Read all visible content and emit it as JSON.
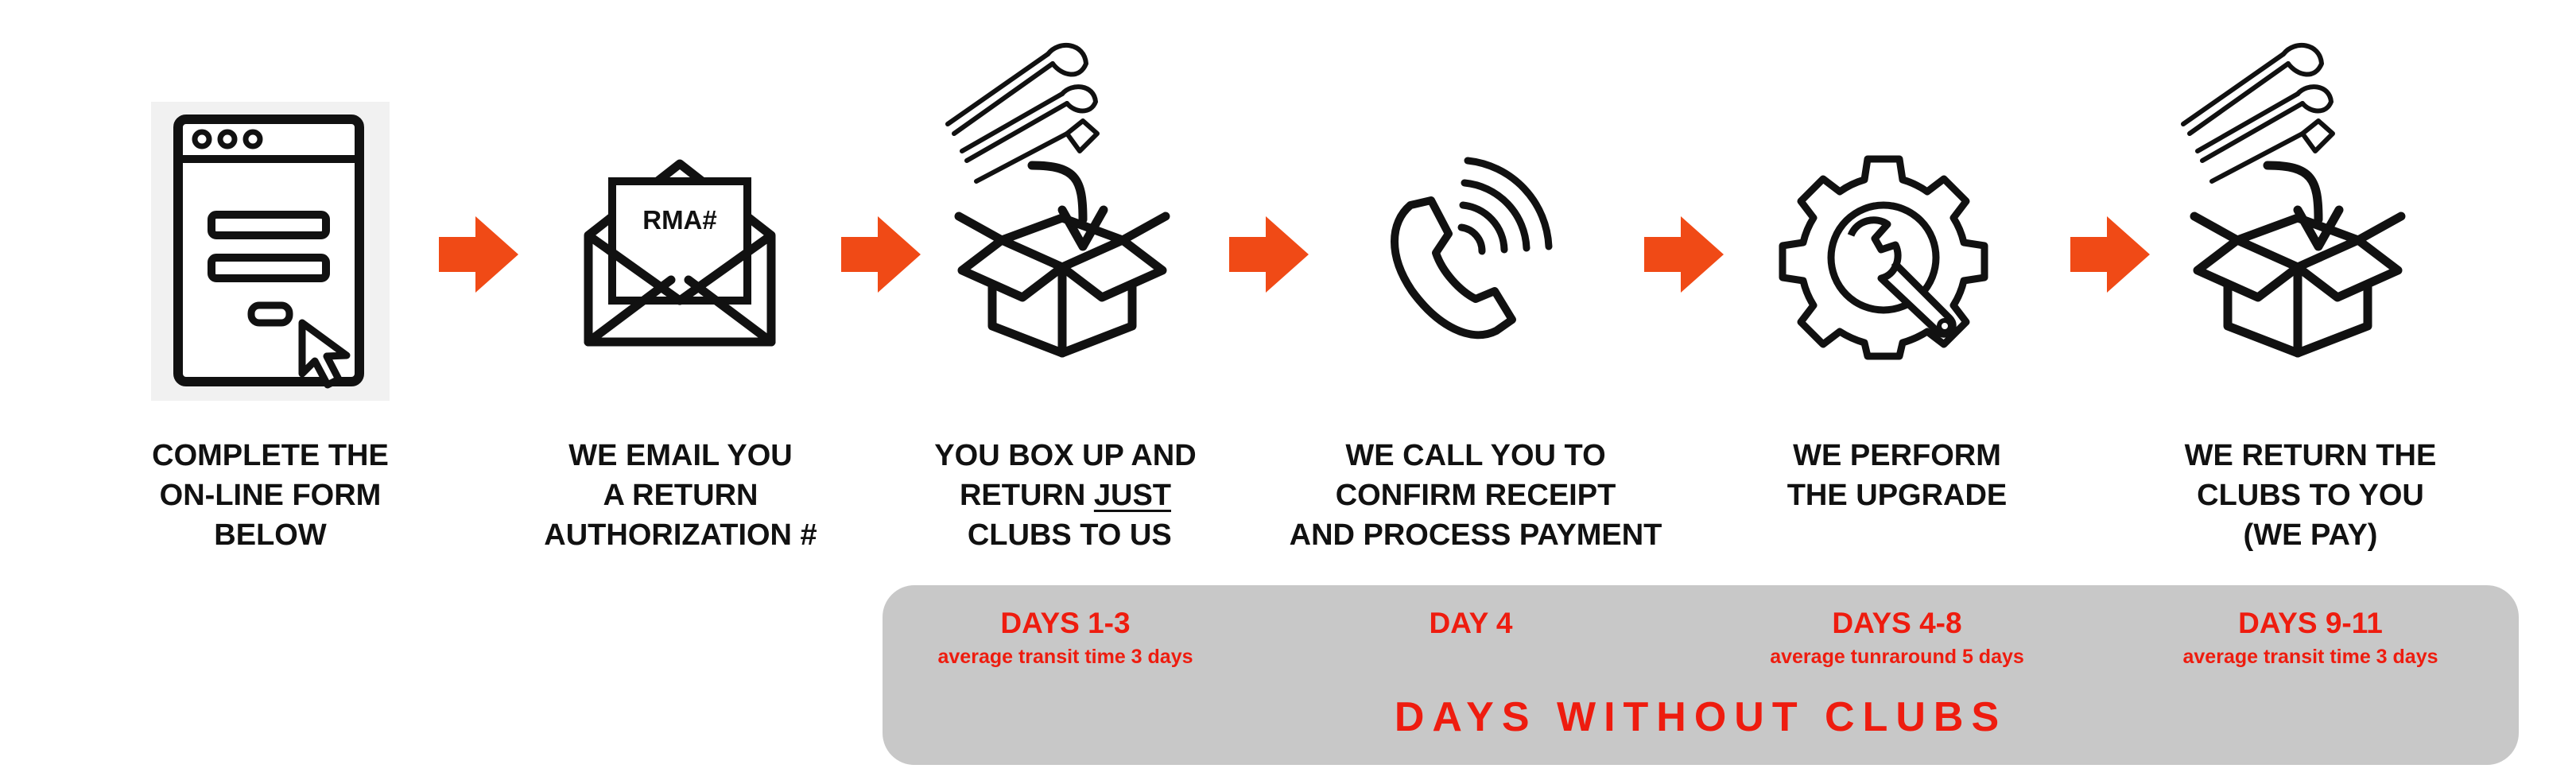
{
  "steps": [
    {
      "icon": "online-form-icon",
      "lines": [
        "COMPLETE THE",
        "ON-LINE FORM",
        "BELOW"
      ]
    },
    {
      "icon": "envelope-icon",
      "icon_text": "RMA#",
      "lines": [
        "WE EMAIL YOU",
        "A RETURN",
        "AUTHORIZATION #"
      ]
    },
    {
      "icon": "box-with-clubs-icon",
      "lines": [
        "YOU BOX UP AND",
        "RETURN ",
        "JUST",
        " CLUBS TO US"
      ]
    },
    {
      "icon": "phone-icon",
      "lines": [
        "WE CALL YOU TO",
        "CONFIRM RECEIPT",
        "AND PROCESS PAYMENT"
      ]
    },
    {
      "icon": "gear-wrench-icon",
      "lines": [
        "WE PERFORM",
        "THE UPGRADE"
      ]
    },
    {
      "icon": "box-with-clubs-icon",
      "lines": [
        "WE RETURN THE",
        "CLUBS TO YOU",
        "(WE PAY)"
      ]
    }
  ],
  "phases": [
    {
      "days": "DAYS 1-3",
      "note": "average transit time 3 days"
    },
    {
      "days": "DAY 4",
      "note": ""
    },
    {
      "days": "DAYS 4-8",
      "note": "average tunraround 5 days"
    },
    {
      "days": "DAYS 9-11",
      "note": "average transit time 3 days"
    }
  ],
  "band_title": "DAYS WITHOUT CLUBS",
  "colors": {
    "accent": "#ee1c0f",
    "arrow": "#f04a16",
    "band": "#c8c8c8",
    "ink": "#111111"
  }
}
